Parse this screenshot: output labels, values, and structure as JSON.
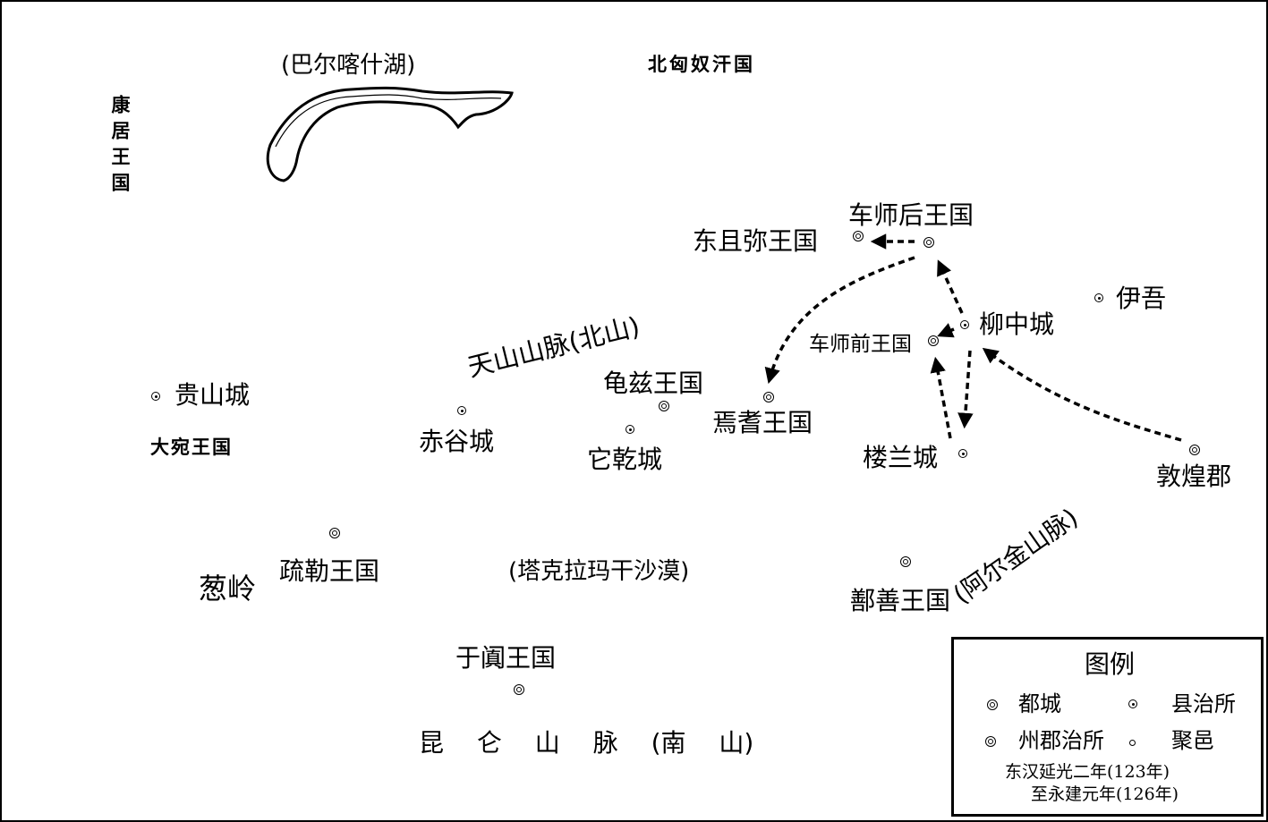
{
  "map": {
    "lake": "(巴尔喀什湖)",
    "north_xiongnu": "北匈奴汗国",
    "kangju": "康居王国",
    "guishan": "贵山城",
    "dayuan": "大宛王国",
    "tianshan": "天山山脉(北山)",
    "chigu": "赤谷城",
    "qiuci": "龟兹王国",
    "tagan": "它乾城",
    "yanqi": "焉耆王国",
    "dongqiemi": "东且弥王国",
    "cheshi_hou": "车师后王国",
    "cheshi_qian": "车师前王国",
    "liuzhong": "柳中城",
    "yiwu": "伊吾",
    "loulan": "楼兰城",
    "dunhuang": "敦煌郡",
    "altun": "(阿尔金山脉)",
    "shanshan": "鄯善王国",
    "taklamakan": "(塔克拉玛干沙漠)",
    "congling": "葱岭",
    "shule": "疏勒王国",
    "yutian": "于阗王国",
    "kunlun": "昆 仑 山 脉 (南 山)"
  },
  "legend": {
    "title": "图例",
    "capital": "都城",
    "county_seat": "县治所",
    "prefecture_seat": "州郡治所",
    "settlement": "聚邑",
    "period_line1": "东汉延光二年(123年)",
    "period_line2": "至永建元年(126年)"
  }
}
